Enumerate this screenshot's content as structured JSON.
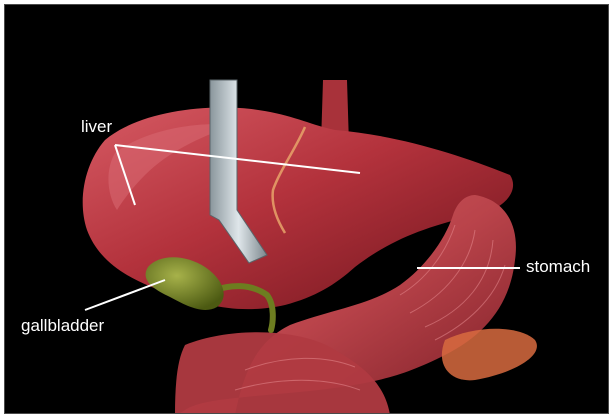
{
  "labels": {
    "liver": "liver",
    "stomach": "stomach",
    "gallbladder": "gallbladder"
  },
  "colors": {
    "background": "#000000",
    "label_text": "#ffffff",
    "leader_line": "#ffffff",
    "liver": "#b8343e",
    "liver_highlight": "#d55a63",
    "stomach": "#c0474d",
    "gallbladder": "#7f8f2a",
    "vessel": "#a8323a",
    "retractor": "#b7c3c9"
  },
  "icons": [
    "liver-illustration",
    "stomach-illustration",
    "gallbladder-illustration",
    "retractor-illustration"
  ]
}
